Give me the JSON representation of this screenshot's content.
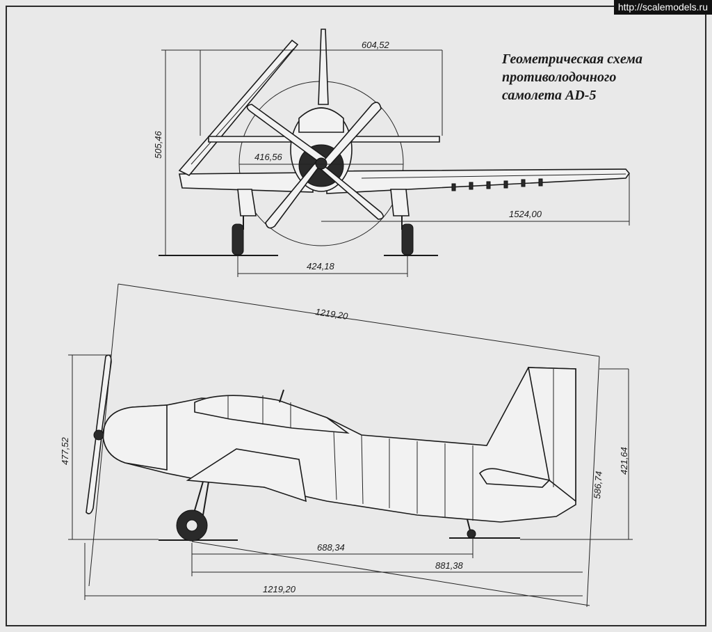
{
  "watermark": "http://scalemodels.ru",
  "title": {
    "line1": "Геометрическая схема",
    "line2": "противолодочного",
    "line3": "самолета AD-5"
  },
  "dimensions": {
    "front_top_width": "604,52",
    "front_height": "505,46",
    "front_propeller": "416,56",
    "front_half_span": "1524,00",
    "front_track": "424,18",
    "side_overall_diag": "1219,20",
    "side_height_front": "477,52",
    "side_tail_diag": "586,74",
    "side_tail_height": "421,64",
    "side_wheelbase": "688,34",
    "side_length_to_tailwheel": "881,38",
    "side_length_bottom": "1219,20"
  }
}
